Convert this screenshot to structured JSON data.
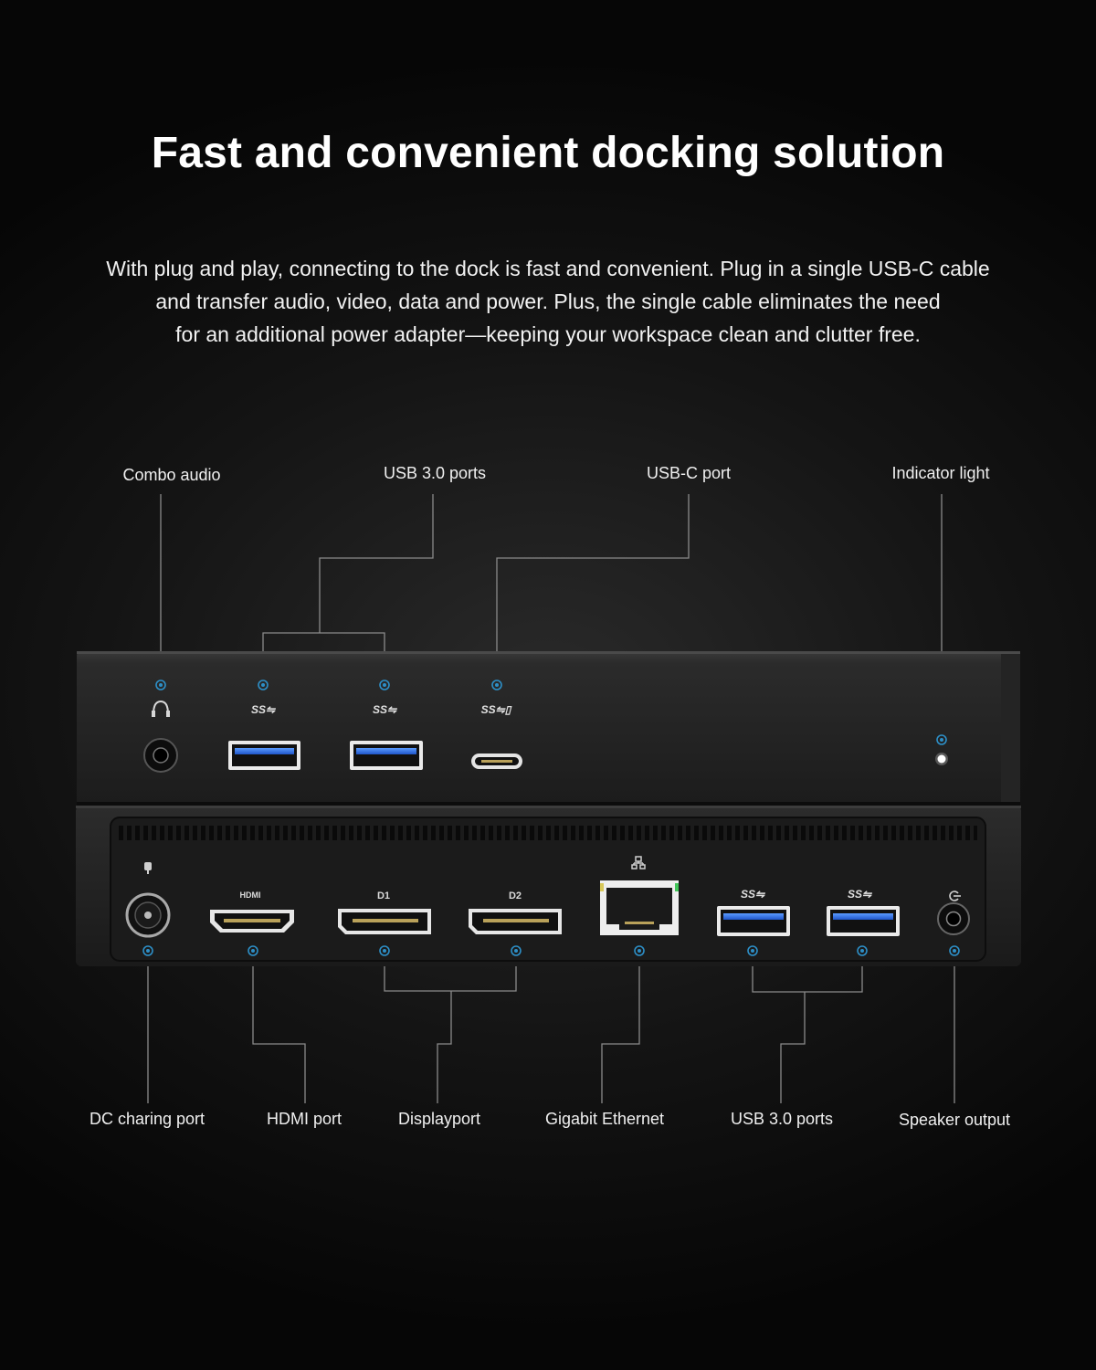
{
  "heading": "Fast and convenient docking solution",
  "description": [
    "With plug and play, connecting to the dock is fast and convenient. Plug in a single USB-C cable",
    "and transfer audio, video, data and power. Plus, the single cable eliminates the need",
    "for an additional power adapter—keeping your workspace clean and clutter free."
  ],
  "top_labels": {
    "combo_audio": "Combo audio",
    "usb3_ports": "USB 3.0 ports",
    "usbc_port": "USB-C port",
    "indicator_light": "Indicator light"
  },
  "bottom_labels": {
    "dc_port": "DC charing port",
    "hdmi_port": "HDMI port",
    "displayport": "Displayport",
    "gigabit_ethernet": "Gigabit Ethernet",
    "usb3_ports": "USB 3.0 ports",
    "speaker_output": "Speaker output"
  },
  "port_markings": {
    "hdmi": "HDMI",
    "dp1": "D1",
    "dp2": "D2",
    "ss_usb": "SS"
  },
  "colors": {
    "background": "#0b0b0b",
    "callout_dot": "#2d8fc7",
    "usb3_blue": "#2f6fe0",
    "leader_line": "#8a8a8a"
  },
  "icons": [
    "headphone-icon",
    "ss-usb-icon",
    "ss-usb-c-icon",
    "power-plug-icon",
    "network-icon",
    "audio-out-icon"
  ]
}
